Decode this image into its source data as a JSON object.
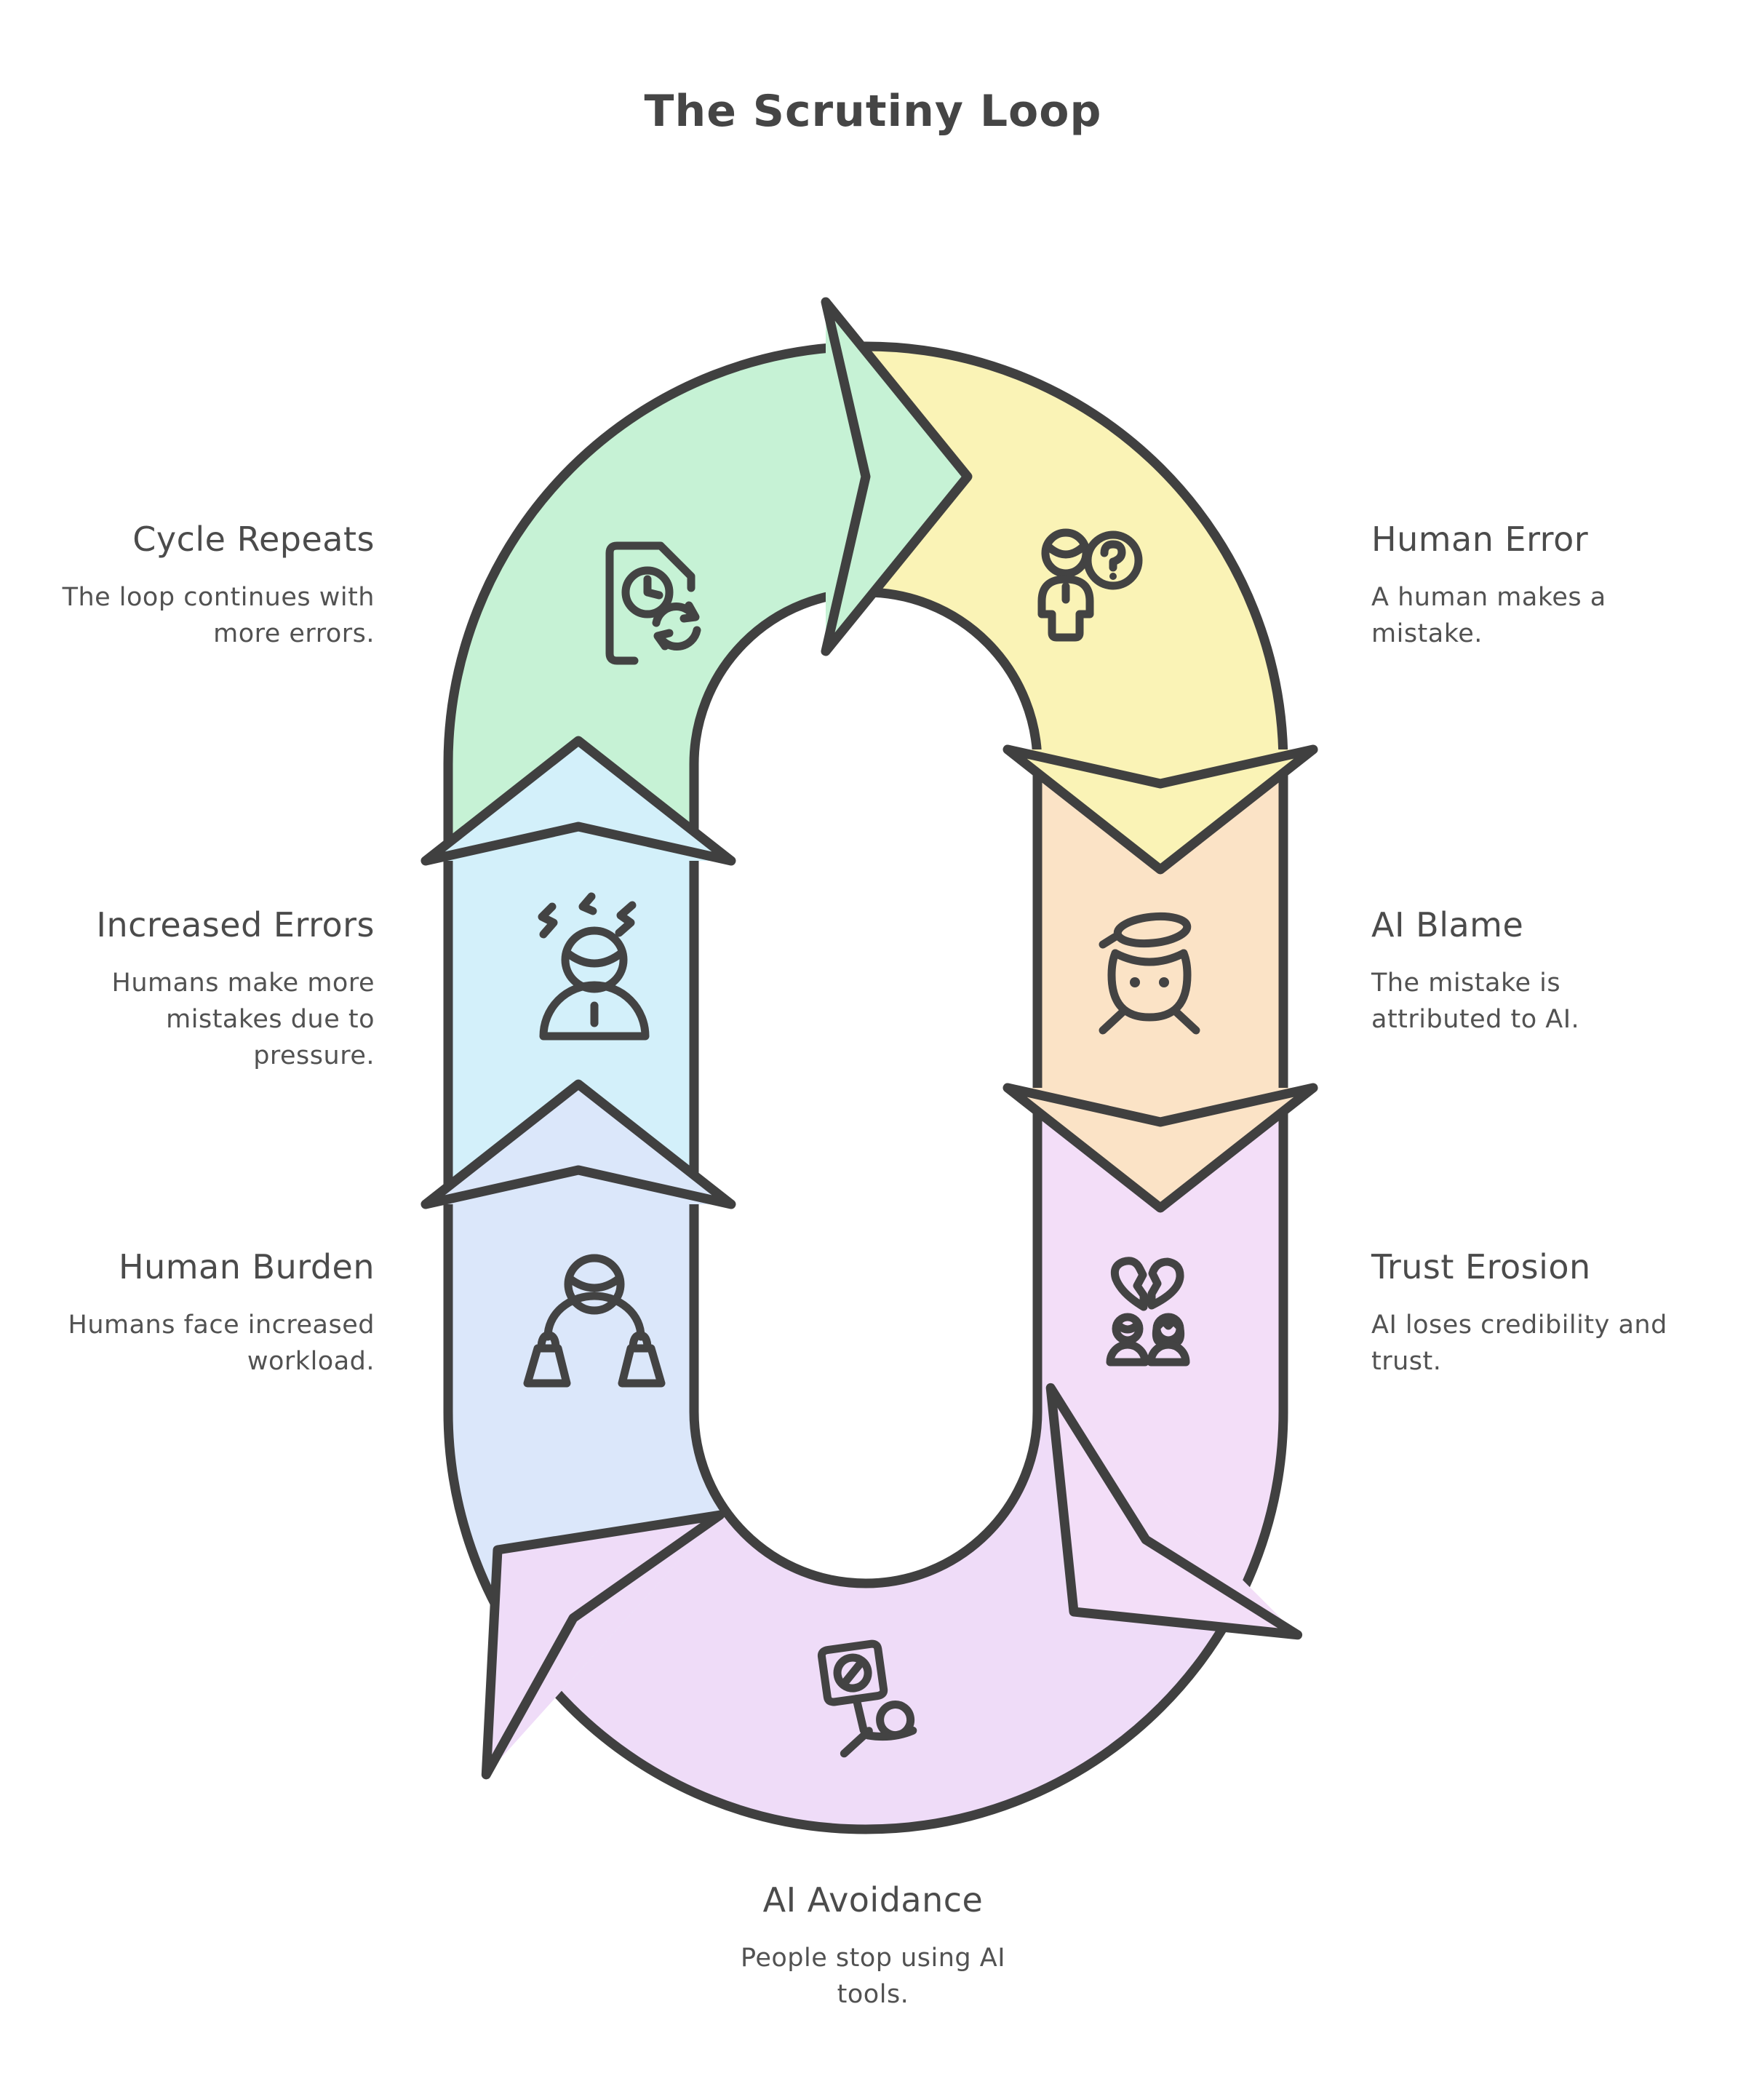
{
  "title": "The Scrutiny Loop",
  "outline_color": "#404040",
  "icon_stroke_color": "#434343",
  "text_color": "#4d4d4d",
  "stages": [
    {
      "id": "human-error",
      "label": "Human Error",
      "description": "A human makes a mistake.",
      "color": "#FAF3B6",
      "icon": "person-question-icon",
      "side": "right"
    },
    {
      "id": "ai-blame",
      "label": "AI Blame",
      "description": "The mistake is attributed to AI.",
      "color": "#FBE3C6",
      "icon": "robot-halo-icon",
      "side": "right"
    },
    {
      "id": "trust-erosion",
      "label": "Trust Erosion",
      "description": "AI loses credibility and trust.",
      "color": "#F3DEF8",
      "icon": "broken-heart-people-icon",
      "side": "right"
    },
    {
      "id": "ai-avoidance",
      "label": "AI Avoidance",
      "description": "People stop using AI tools.",
      "color": "#EFDCF8",
      "icon": "protest-sign-icon",
      "side": "bottom"
    },
    {
      "id": "human-burden",
      "label": "Human Burden",
      "description": "Humans face increased workload.",
      "color": "#DBE7FA",
      "icon": "person-weights-icon",
      "side": "left"
    },
    {
      "id": "increased-errors",
      "label": "Increased Errors",
      "description": "Humans make more mistakes due to pressure.",
      "color": "#D3F0FA",
      "icon": "stressed-person-icon",
      "side": "left"
    },
    {
      "id": "cycle-repeats",
      "label": "Cycle Repeats",
      "description": "The loop continues with more errors.",
      "color": "#C6F2D5",
      "icon": "document-refresh-icon",
      "side": "left"
    }
  ]
}
